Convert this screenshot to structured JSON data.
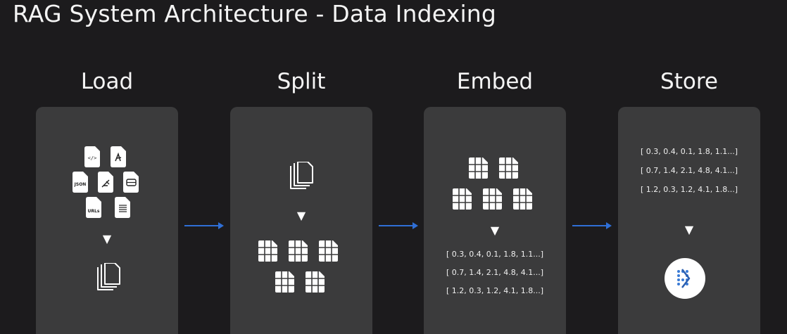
{
  "title": "RAG System Architecture - Data Indexing",
  "stages": [
    {
      "label": "Load"
    },
    {
      "label": "Split"
    },
    {
      "label": "Embed"
    },
    {
      "label": "Store"
    }
  ],
  "load": {
    "doc_icons": [
      {
        "name": "code-file-icon",
        "text": "</>"
      },
      {
        "name": "pdf-file-icon",
        "text": ""
      },
      {
        "name": "json-file-icon",
        "text": "JSON"
      },
      {
        "name": "image-file-icon",
        "text": ""
      },
      {
        "name": "table-file-icon",
        "text": ""
      },
      {
        "name": "url-file-icon",
        "text": "URLs"
      },
      {
        "name": "text-file-icon",
        "text": ""
      }
    ]
  },
  "down_arrow_glyph": "▼",
  "vectors": [
    "[ 0.3, 0.4, 0.1, 1.8, 1.1...]",
    "[ 0.7, 1.4, 2.1, 4.8, 4.1...]",
    "[ 1.2, 0.3, 1.2, 4.1, 1.8...]"
  ],
  "colors": {
    "background": "#1c1b1d",
    "panel": "#3b3b3c",
    "arrow": "#2f6fd6",
    "icon": "#ffffff"
  }
}
